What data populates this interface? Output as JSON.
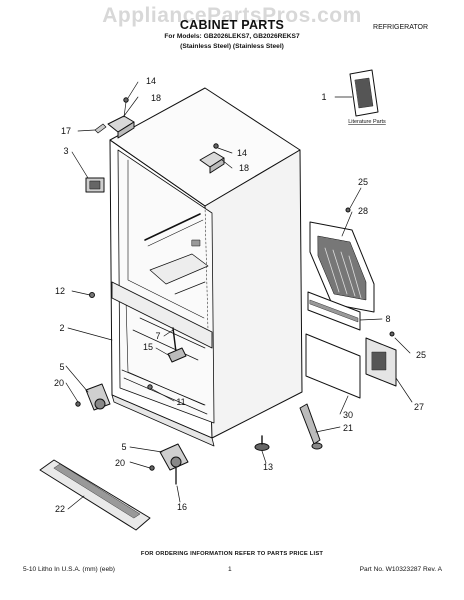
{
  "header": {
    "watermark": "AppliancePartsPros.com",
    "title": "CABINET PARTS",
    "models": "For Models: GB2026LEKS7, GB2026REKS7",
    "variants": "(Stainless Steel)  (Stainless Steel)",
    "category": "REFRIGERATOR"
  },
  "diagram": {
    "literature_label": "Literature Parts",
    "callouts": [
      "14",
      "18",
      "1",
      "17",
      "3",
      "14",
      "18",
      "25",
      "28",
      "12",
      "2",
      "8",
      "7",
      "15",
      "25",
      "5",
      "20",
      "11",
      "27",
      "30",
      "21",
      "5",
      "20",
      "13",
      "16",
      "22"
    ]
  },
  "footer": {
    "ordering_note": "FOR ORDERING INFORMATION REFER TO PARTS PRICE LIST",
    "left": "5-10 Litho In U.S.A. (mm) (eeb)",
    "page": "1",
    "right": "Part No. W10323287 Rev. A"
  }
}
